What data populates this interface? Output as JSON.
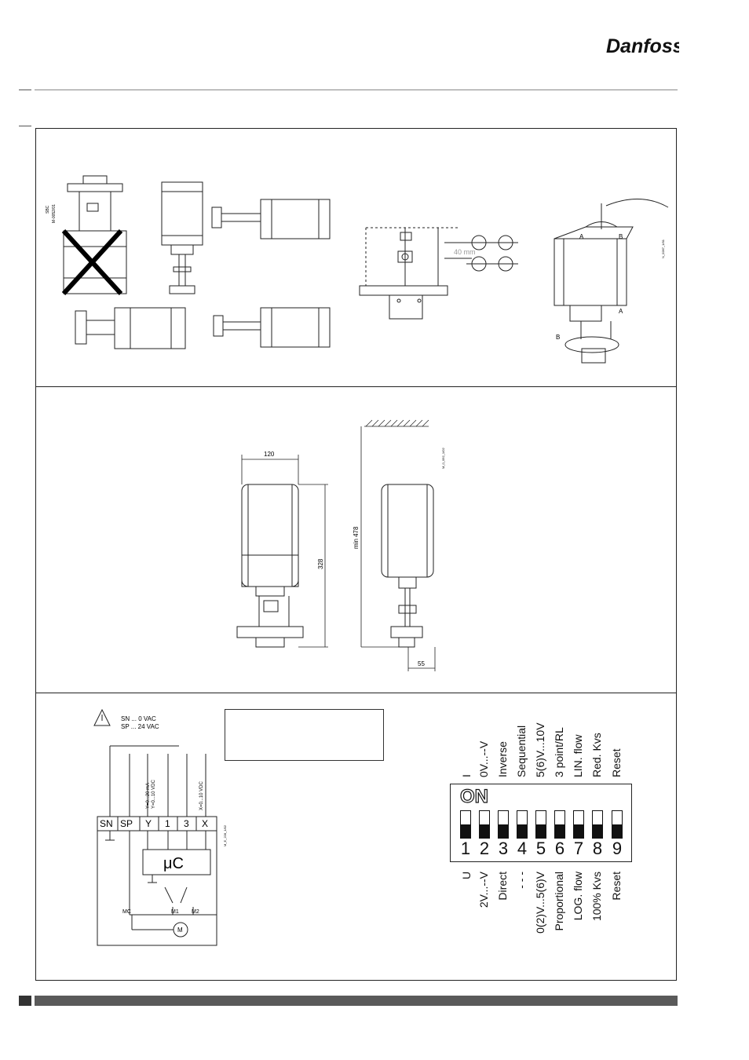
{
  "brand": {
    "logo_text": "Danfoss"
  },
  "mounting": {
    "code_label_1": "SBC",
    "code_label_2": "M-0052/01",
    "spacing_label": "40 mm",
    "manual_A": "A",
    "manual_B": "B",
    "code_label_3": "N_0287_1/01"
  },
  "dimensions": {
    "width_label": "120",
    "height_label": "328",
    "clearance_label": "min 478",
    "stem_label": "55",
    "code_label": "M_0_092_1/02"
  },
  "wiring": {
    "sn_label": "SN ... 0 VAC",
    "sp_label": "SP ... 24 VAC",
    "y_label_1": "Y=0...20 mA",
    "y_label_2": "Y=0...10 VDC",
    "x_label": "X=0...10 VDC",
    "terminals": [
      "SN",
      "SP",
      "Y",
      "1",
      "3",
      "X"
    ],
    "controller_label": "μC",
    "mc_label": "MC",
    "m1_label": "M1",
    "m2_label": "M2",
    "motor_label": "M",
    "code_label": "M_E_228_1/02"
  },
  "dip": {
    "on_label": "ON",
    "top_marker": "I",
    "bottom_marker": "U",
    "numbers": [
      "1",
      "2",
      "3",
      "4",
      "5",
      "6",
      "7",
      "8",
      "9"
    ],
    "top_labels": [
      "0V...--V",
      "Inverse",
      "Sequential",
      "5(6)V...10V",
      "3 point/RL",
      "LIN. flow",
      "Red. Kvs",
      "Reset"
    ],
    "bottom_labels": [
      "2V...--V",
      "Direct",
      "- - -",
      "0(2)V...5(6)V",
      "Proportional",
      "LOG. flow",
      "100% Kvs",
      "Reset"
    ]
  }
}
